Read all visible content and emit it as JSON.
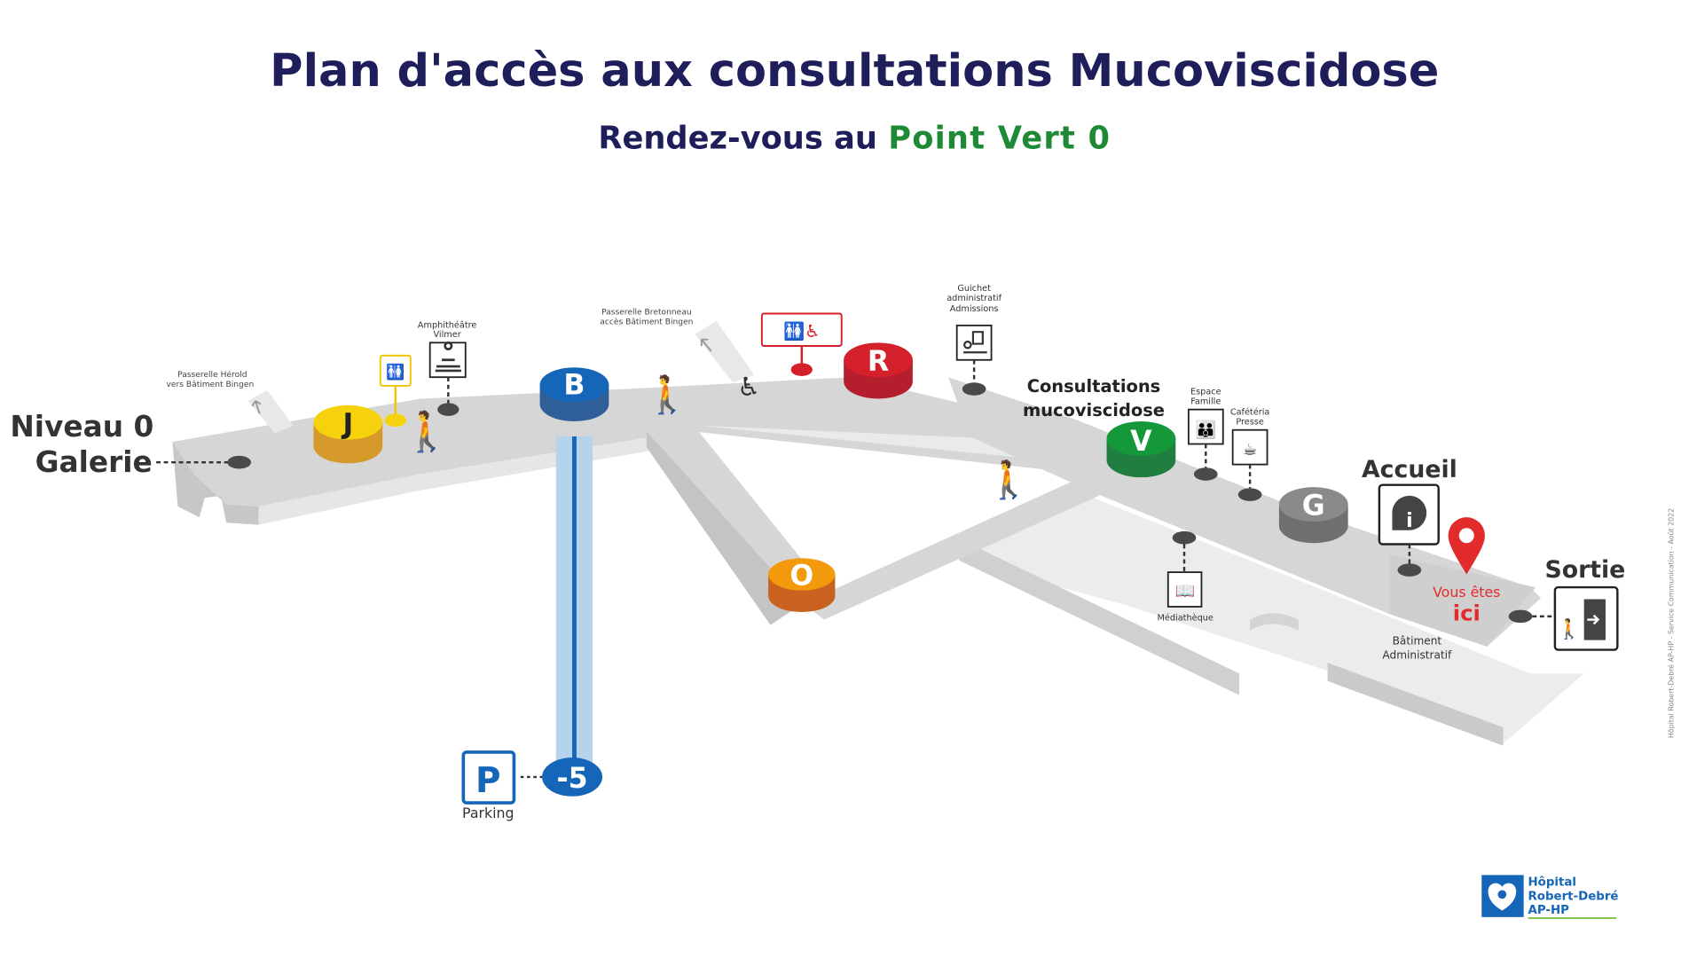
{
  "header": {
    "title": "Plan d'accès aux consultations Mucoviscidose",
    "subtitle_prefix": "Rendez-vous au ",
    "subtitle_highlight": "Point Vert 0"
  },
  "colors": {
    "title": "#1e1e5a",
    "highlight_green": "#1f8a36",
    "floor": "#d6d6d6",
    "floor_side": "#c4c4c4",
    "floor_light": "#ececec",
    "marker_red": "#e32b2b",
    "parking_blue": "#1565b8",
    "dark_dot": "#4a4a4a"
  },
  "map": {
    "level_label_1": "Niveau 0",
    "level_label_2": "Galerie",
    "points": [
      {
        "letter": "J",
        "color": "#f5d20c",
        "side": "#d59a2a"
      },
      {
        "letter": "B",
        "color": "#1565b8",
        "side": "#2f5f98"
      },
      {
        "letter": "R",
        "color": "#d4202a",
        "side": "#b51e2c"
      },
      {
        "letter": "O",
        "color": "#f29a0c",
        "side": "#c8621e"
      },
      {
        "letter": "V",
        "color": "#14983a",
        "side": "#1f7e40"
      },
      {
        "letter": "G",
        "color": "#8a8a8a",
        "side": "#707070"
      }
    ],
    "labels": {
      "passerelle_herold_1": "Passerelle Hérold",
      "passerelle_herold_2": "vers Bâtiment Bingen",
      "amphitheatre_1": "Amphithéâtre",
      "amphitheatre_2": "Vilmer",
      "passerelle_bretonneau_1": "Passerelle Bretonneau",
      "passerelle_bretonneau_2": "accès Bâtiment Bingen",
      "guichet_1": "Guichet",
      "guichet_2": "administratif",
      "guichet_3": "Admissions",
      "consultations_1": "Consultations",
      "consultations_2": "mucoviscidose",
      "espace_famille_1": "Espace",
      "espace_famille_2": "Famille",
      "cafeteria_1": "Cafétéria",
      "cafeteria_2": "Presse",
      "mediatheque": "Médiathèque",
      "accueil": "Accueil",
      "vous_etes": "Vous êtes",
      "ici": "ici",
      "sortie": "Sortie",
      "batiment_1": "Bâtiment",
      "batiment_2": "Administratif",
      "parking_letter": "P",
      "parking": "Parking",
      "parking_level": "-5"
    }
  },
  "credit": "Hôpital Robert-Debré AP-HP - Service Communication - Août 2022",
  "logo": {
    "line1": "Hôpital",
    "line2": "Robert-Debré",
    "line3": "AP-HP"
  }
}
